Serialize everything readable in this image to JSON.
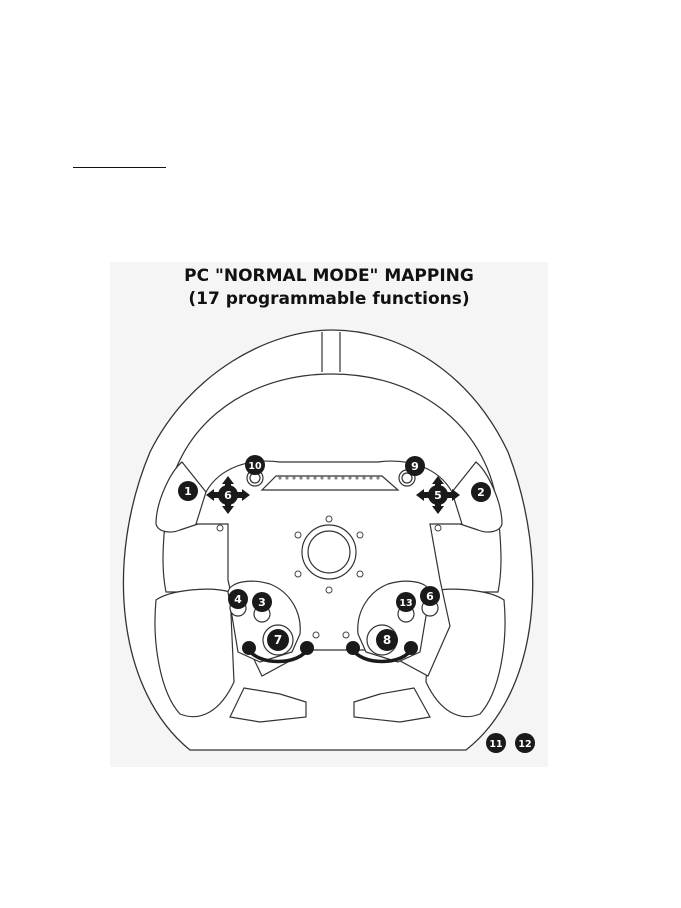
{
  "title_line1": "PC \"NORMAL MODE\" MAPPING",
  "title_line2": "(17 programmable functions)",
  "markers": {
    "m1": "1",
    "m2": "2",
    "m3": "3",
    "m4": "4",
    "m5": "5",
    "m6a": "6",
    "m6b": "6",
    "m7": "7",
    "m8": "8",
    "m9": "9",
    "m10": "10",
    "m11": "11",
    "m12": "12",
    "m13": "13"
  },
  "colors": {
    "marker": "#1a1a1a",
    "wheel_fill": "#ffffff",
    "outline": "#333333",
    "background": "#f5f5f5"
  }
}
